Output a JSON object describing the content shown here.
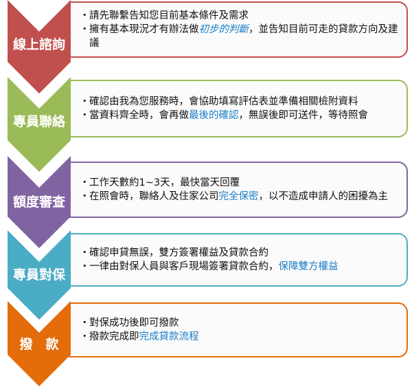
{
  "steps": [
    {
      "label": "線上諮詢",
      "color": "#C0504D",
      "bullets": [
        {
          "parts": [
            {
              "text": "請先聯繫告知您目前基本條件及需求",
              "style": "normal"
            }
          ]
        },
        {
          "parts": [
            {
              "text": "擁有基本現況才有辦法做",
              "style": "normal"
            },
            {
              "text": "初步的判斷",
              "style": "highlight-italic"
            },
            {
              "text": "，並告知目前可走的貸款方向及建議",
              "style": "normal"
            }
          ]
        }
      ]
    },
    {
      "label": "專員聯絡",
      "color": "#9BBB59",
      "bullets": [
        {
          "parts": [
            {
              "text": "確認由我為您服務時，會協助填寫評估表並準備相關檢附資料",
              "style": "normal"
            }
          ]
        },
        {
          "parts": [
            {
              "text": "當資料齊全時，會再做",
              "style": "normal"
            },
            {
              "text": "最後的確認",
              "style": "highlight"
            },
            {
              "text": "，無誤後即可送件，等待照會",
              "style": "normal"
            }
          ]
        }
      ]
    },
    {
      "label": "額度審查",
      "color": "#8064A2",
      "bullets": [
        {
          "parts": [
            {
              "text": "工作天數約1~3天，最快當天回覆",
              "style": "normal"
            }
          ]
        },
        {
          "parts": [
            {
              "text": "在照會時，聯絡人及住家公司",
              "style": "normal"
            },
            {
              "text": "完全保密",
              "style": "highlight"
            },
            {
              "text": "，以不造成申請人的困擾為主",
              "style": "normal"
            }
          ]
        }
      ]
    },
    {
      "label": "專員對保",
      "color": "#4BACC6",
      "bullets": [
        {
          "parts": [
            {
              "text": "確認申貸無誤，雙方簽署權益及貸款合約",
              "style": "normal"
            }
          ]
        },
        {
          "parts": [
            {
              "text": "一律由對保人員與客戶現場簽署貸款合約，",
              "style": "normal"
            },
            {
              "text": "保障雙方權益",
              "style": "highlight"
            }
          ]
        }
      ]
    },
    {
      "label": "撥　款",
      "color": "#E46C0A",
      "bullets": [
        {
          "parts": [
            {
              "text": "對保成功後即可撥款",
              "style": "normal"
            }
          ]
        },
        {
          "parts": [
            {
              "text": "撥款完成即",
              "style": "normal"
            },
            {
              "text": "完成貸款流程",
              "style": "highlight"
            }
          ]
        }
      ]
    }
  ],
  "bullet_glyph": "・",
  "highlight_color": "#1A7FC9"
}
